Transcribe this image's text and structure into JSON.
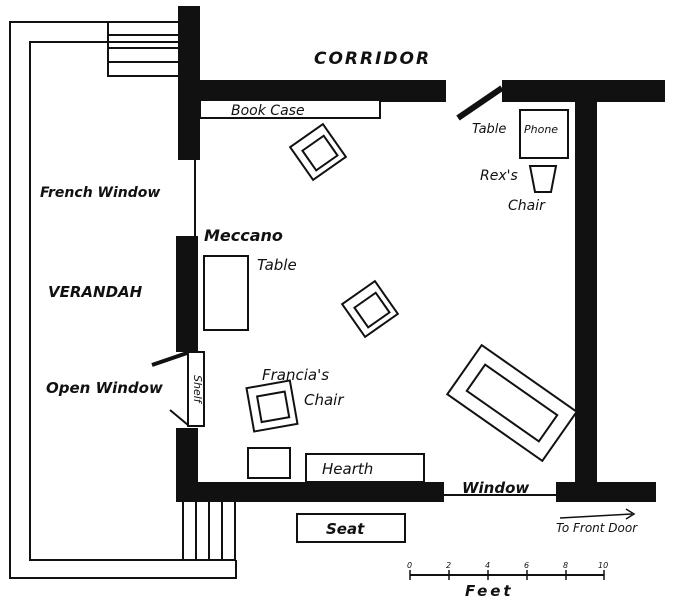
{
  "labels": {
    "corridor": "CORRIDOR",
    "book_case": "Book Case",
    "table_right": "Table",
    "phone": "Phone",
    "rexs": "Rex's",
    "chair": "Chair",
    "french_window": "French Window",
    "meccano": "Meccano",
    "meccano_table": "Table",
    "verandah": "VERANDAH",
    "open_window": "Open Window",
    "shelf": "Shelf",
    "francias": "Francia's",
    "francias_chair": "Chair",
    "hearth": "Hearth",
    "window": "Window",
    "seat": "Seat",
    "to_front_door": "To Front Door",
    "feet": "Feet"
  },
  "scale": {
    "ticks": [
      "0",
      "2",
      "4",
      "6",
      "8",
      "10"
    ],
    "unit": "Feet"
  },
  "icons": [
    "armchair-icon",
    "chair-icon",
    "sofa-icon",
    "stair-steps-icon",
    "door-swing-icon"
  ]
}
